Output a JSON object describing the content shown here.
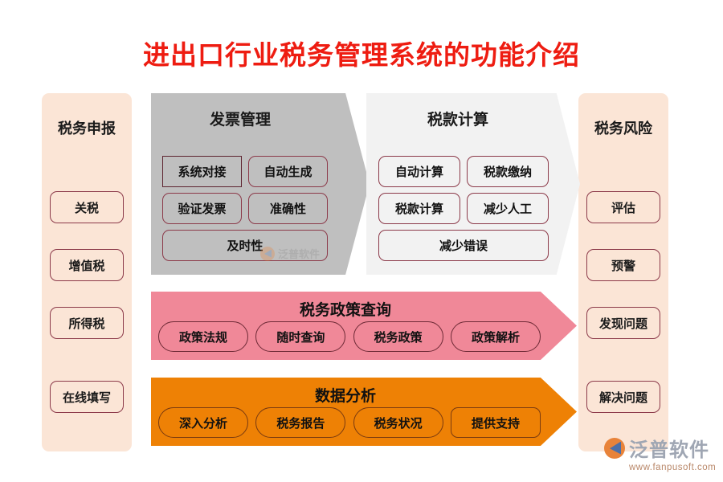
{
  "title": "进出口行业税务管理系统的功能介绍",
  "colors": {
    "title": "#EE1C11",
    "peach": "#FBE5D6",
    "gray": "#BFBFBF",
    "light_gray": "#F2F2F2",
    "pink": "#F08898",
    "orange": "#EE8105",
    "box_border": "#8C3A4A"
  },
  "columns": {
    "left": {
      "title": "税务申报",
      "items": [
        {
          "label": "关税"
        },
        {
          "label": "增值税"
        },
        {
          "label": "所得税"
        },
        {
          "label": "在线填写"
        }
      ]
    },
    "right": {
      "title": "税务风险",
      "items": [
        {
          "label": "评估"
        },
        {
          "label": "预警"
        },
        {
          "label": "发现问题"
        },
        {
          "label": "解决问题"
        }
      ]
    }
  },
  "panels": [
    {
      "title": "发票管理",
      "rows": [
        [
          {
            "label": "系统对接",
            "shape": "square"
          },
          {
            "label": "自动生成",
            "shape": "round"
          }
        ],
        [
          {
            "label": "验证发票",
            "shape": "round"
          },
          {
            "label": "准确性",
            "shape": "round"
          }
        ],
        [
          {
            "label": "及时性",
            "shape": "round",
            "wide": true
          }
        ]
      ]
    },
    {
      "title": "税款计算",
      "rows": [
        [
          {
            "label": "自动计算",
            "shape": "round"
          },
          {
            "label": "税款缴纳",
            "shape": "round"
          }
        ],
        [
          {
            "label": "税款计算",
            "shape": "round"
          },
          {
            "label": "减少人工",
            "shape": "round"
          }
        ],
        [
          {
            "label": "减少错误",
            "shape": "round",
            "wide": true
          }
        ]
      ]
    }
  ],
  "bands": [
    {
      "title": "税务政策查询",
      "color": "#F08898",
      "pills": [
        {
          "label": "政策法规",
          "shape": "pill"
        },
        {
          "label": "随时查询",
          "shape": "pill"
        },
        {
          "label": "税务政策",
          "shape": "pill"
        },
        {
          "label": "政策解析",
          "shape": "pill"
        }
      ]
    },
    {
      "title": "数据分析",
      "color": "#EE8105",
      "pills": [
        {
          "label": "深入分析",
          "shape": "pill"
        },
        {
          "label": "税务报告",
          "shape": "pill"
        },
        {
          "label": "税务状况",
          "shape": "pill"
        },
        {
          "label": "提供支持",
          "shape": "boxy"
        }
      ]
    }
  ],
  "watermark": {
    "text": "泛普软件"
  },
  "logo": {
    "name": "泛普软件",
    "url": "www.fanpusoft.com"
  }
}
